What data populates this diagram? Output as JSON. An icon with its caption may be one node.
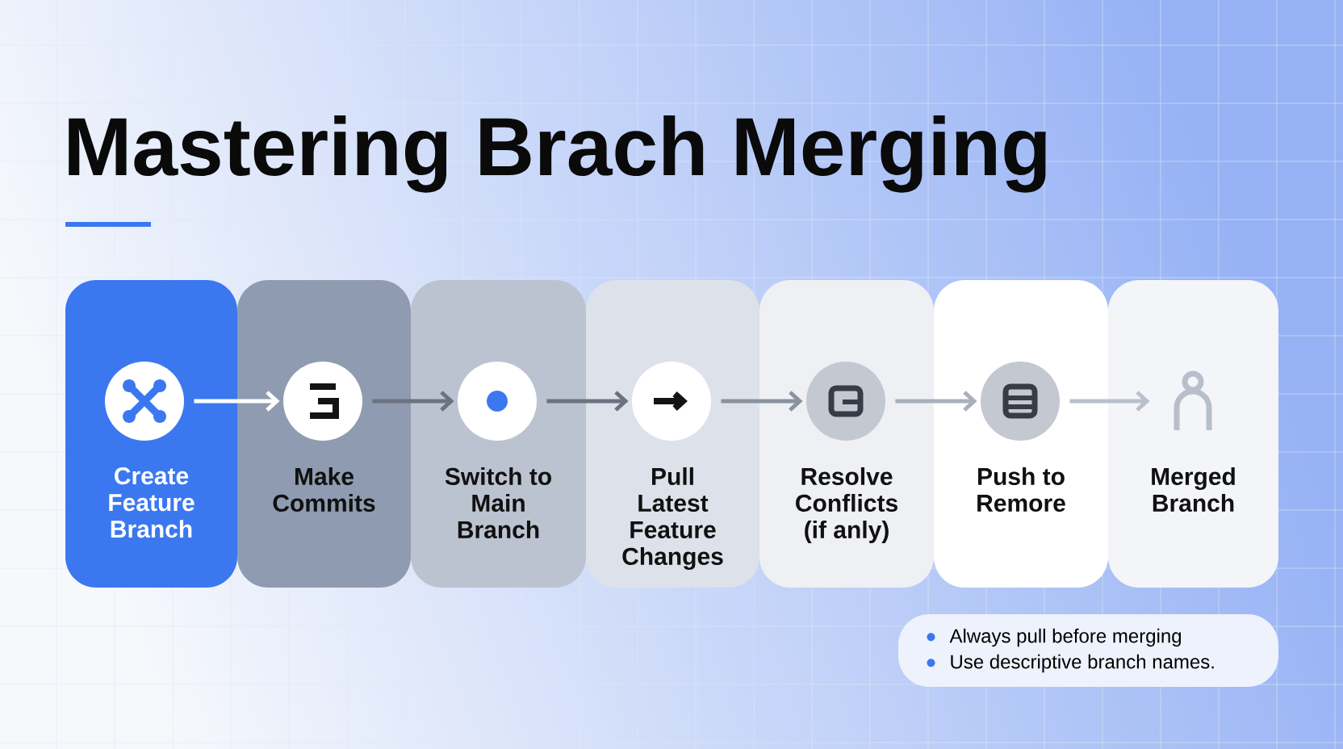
{
  "diagram": {
    "title": "Mastering Brach Merging",
    "nodes": [
      {
        "text": [
          "Create Feature Branch"
        ]
      },
      {
        "text": [],
        "shape": "circle",
        "in": 0
      },
      {
        "text": [
          "Make Commits"
        ]
      },
      {
        "text": [],
        "shape": "circle",
        "in": 2
      },
      {
        "text": [
          "Switch to Main Branch"
        ]
      },
      {
        "text": [],
        "shape": "circle",
        "in": 4
      },
      {
        "text": [
          "Pull Latest Feature Changes"
        ]
      },
      {
        "text": [],
        "shape": "circle",
        "in": 6
      },
      {
        "text": [
          "Resolve Conflicts (if anly)"
        ]
      },
      {
        "text": [],
        "shape": "circle",
        "in": 8
      },
      {
        "text": [
          "Push to Remore"
        ]
      },
      {
        "text": [],
        "shape": "circle",
        "in": 10
      },
      {
        "text": [
          "Merged Branch"
        ]
      },
      {
        "text": [],
        "shape": "person",
        "in": 12
      },
      {
        "text": [
          "Always pull before merging",
          "Use descriptive branch names."
        ]
      }
    ],
    "edges": [
      {
        "from": 1,
        "to": 3,
        "arrow": "to",
        "color": "#ffffff"
      },
      {
        "from": 3,
        "to": 5,
        "arrow": "to"
      },
      {
        "from": 5,
        "to": 7,
        "arrow": "to"
      },
      {
        "from": 7,
        "to": 9,
        "arrow": "to",
        "color": "#8a929e"
      },
      {
        "from": 9,
        "to": 11,
        "arrow": "to",
        "color": "#a9b0bb"
      },
      {
        "from": 11,
        "to": 13,
        "arrow": "to",
        "color": "#b9c0cb"
      }
    ]
  }
}
